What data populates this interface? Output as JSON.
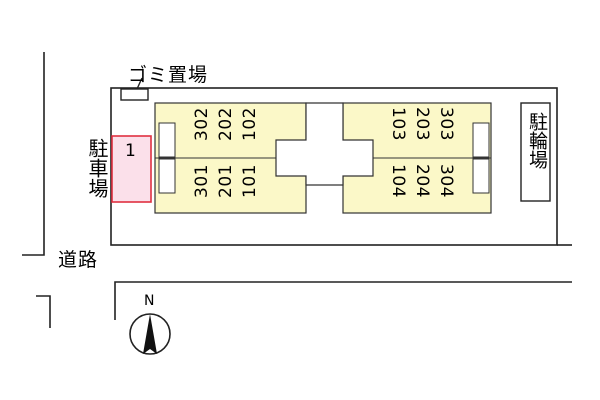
{
  "labels": {
    "garbage": "ゴミ置場",
    "parking": "駐車場",
    "bicycle": "駐輪場",
    "road": "道路",
    "north": "N",
    "parking_space": "1"
  },
  "units": {
    "left_top": [
      "302",
      "202",
      "102"
    ],
    "left_bottom": [
      "301",
      "201",
      "101"
    ],
    "right_top": [
      "303",
      "203",
      "103"
    ],
    "right_bottom": [
      "304",
      "204",
      "104"
    ]
  },
  "colors": {
    "building": "#fbf8c8",
    "parking_fill": "#fbe0ea",
    "parking_border": "#e03040",
    "line": "#222222"
  }
}
